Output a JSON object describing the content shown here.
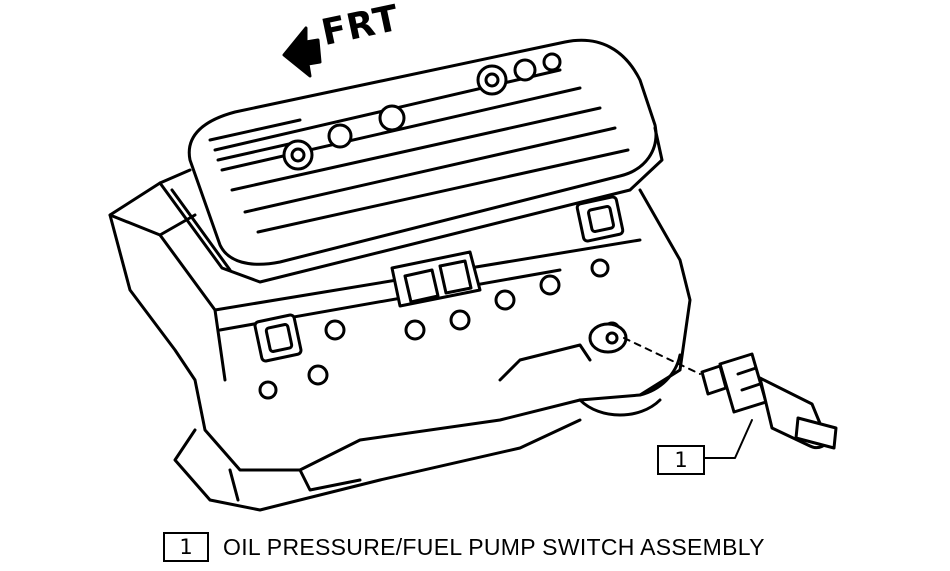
{
  "diagram": {
    "direction_label": "FRT",
    "callout_number": "1"
  },
  "legend": {
    "items": [
      {
        "number": "1",
        "text": "OIL PRESSURE/FUEL PUMP SWITCH ASSEMBLY"
      }
    ]
  }
}
